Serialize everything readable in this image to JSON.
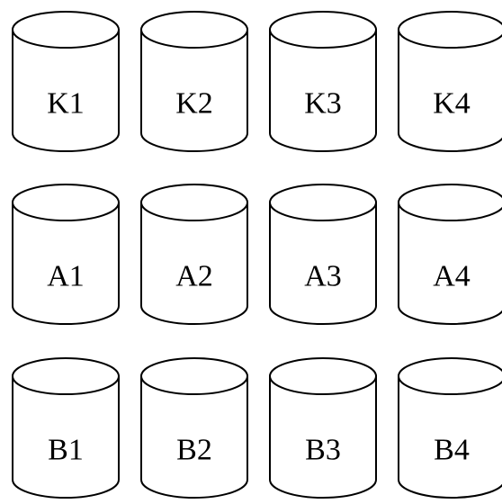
{
  "colors": {
    "background": "#ffffff",
    "stroke": "#000000",
    "text": "#000000"
  },
  "rows": [
    {
      "cylinders": [
        {
          "label": "K1"
        },
        {
          "label": "K2"
        },
        {
          "label": "K3"
        },
        {
          "label": "K4"
        }
      ]
    },
    {
      "cylinders": [
        {
          "label": "A1"
        },
        {
          "label": "A2"
        },
        {
          "label": "A3"
        },
        {
          "label": "A4"
        }
      ]
    },
    {
      "cylinders": [
        {
          "label": "B1"
        },
        {
          "label": "B2"
        },
        {
          "label": "B3"
        },
        {
          "label": "B4"
        }
      ]
    }
  ]
}
